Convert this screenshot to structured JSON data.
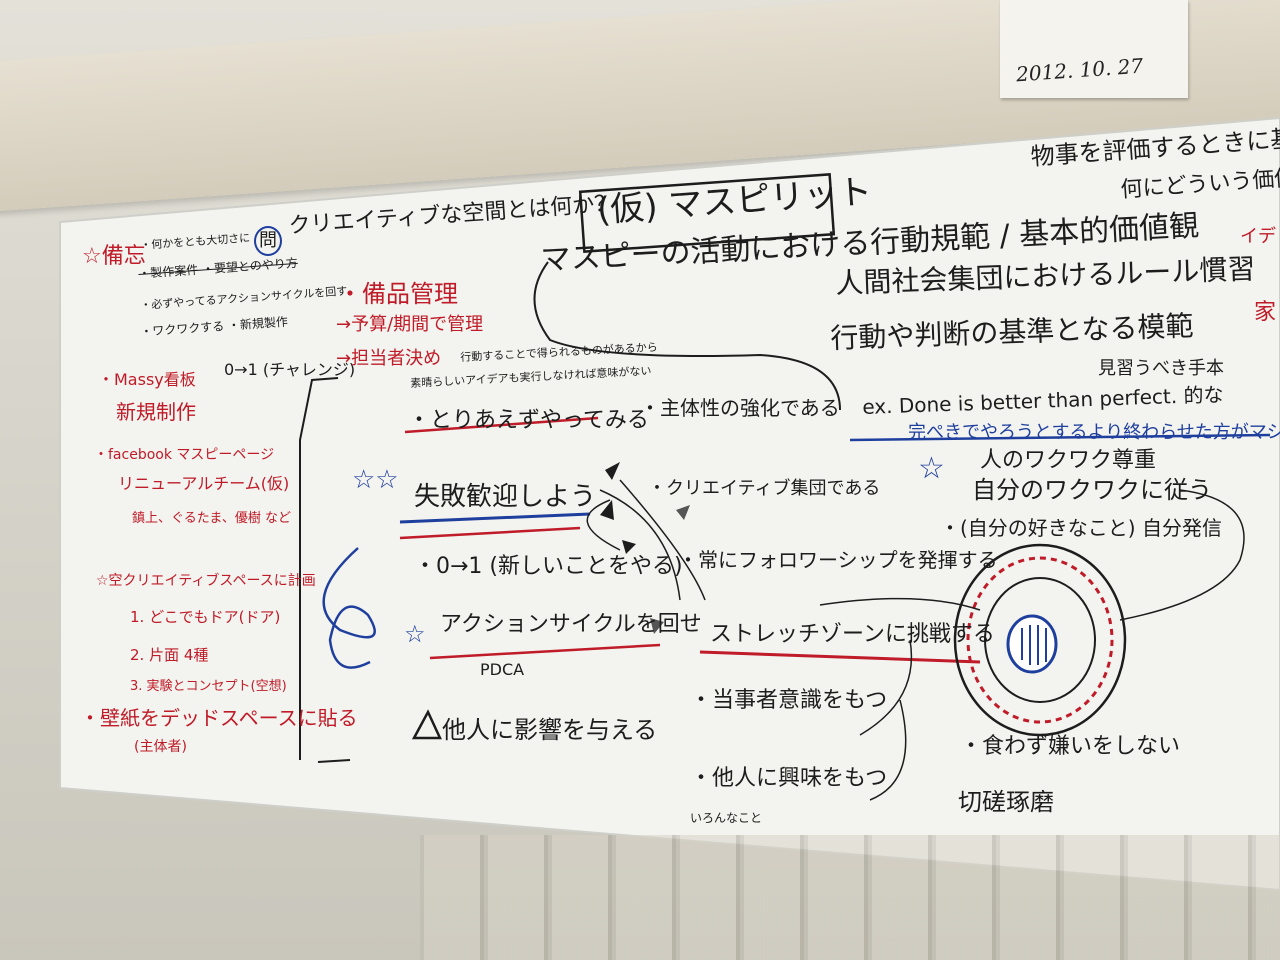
{
  "note": {
    "date": "2012. 10. 27"
  },
  "board": {
    "title": "(仮) マスピリット",
    "question_mark": "問",
    "question": "クリエイティブな空間とは何か？",
    "definition": {
      "line1": "マスピーの活動における行動規範 / 基本的価値観",
      "line2": "人間社会集団におけるルール慣習",
      "line3": "行動や判断の基準となる模範",
      "line4": "見習うべき手本",
      "top_right1": "物事を評価するときに基準",
      "top_right2": "何にどういう価値",
      "ex": "ex. Done is better than perfect. 的な",
      "ex_note": "完ぺきでやろうとするより終わらせた方がマシ"
    },
    "left": {
      "header": "☆備忘",
      "items": [
        "・何かをとも大切さに",
        "・製作案件 ・要望とのやり方",
        "・必ずやってるアクションサイクルを回す",
        "・ワクワクする ・新規製作",
        "・Massy看板",
        "新規制作",
        "・facebook マスピーページ",
        "リニューアルチーム(仮)",
        "鎮上、ぐるたま、優樹 など",
        "☆空クリエイティブスペースに計画",
        "1. どこでもドア(ドア)",
        "2. 片面 4種",
        "3. 実験とコンセプト(空想)",
        "・壁紙をデッドスペースに貼る",
        "(主体者)"
      ],
      "bihin": "・備品管理",
      "bihin_sub1": "→予算/期間で管理",
      "bihin_sub2": "→担当者決め",
      "zero_one_side": "0→1 (チャレンジ)"
    },
    "center": {
      "note_top": "行動することで得られるものがあるから",
      "note_small": "素晴らしいアイデアも実行しなければ意味がない",
      "item_try": "・とりあえずやってみる",
      "item_initiative": "・主体性の強化である",
      "item_fail": "失敗歓迎しよう",
      "item_creative": "・クリエイティブ集団である",
      "item_zero_one": "・0→1 (新しいことをやる)",
      "item_follower": "・常にフォロワーシップを発揮する",
      "item_action": "アクションサイクルを回せ",
      "item_pdca": "PDCA",
      "item_stretch": "ストレッチゾーンに挑戦する",
      "item_influence": "他人に影響を与える",
      "item_owner": "・当事者意識をもつ",
      "item_interest": "・他人に興味をもつ",
      "item_various": "いろんなこと"
    },
    "right": {
      "waku1": "人のワクワク尊重",
      "waku2": "自分のワクワクに従う",
      "jibun": "・(自分の好きなこと) 自分発信",
      "kirai": "・食わず嫌いをしない",
      "sessa": "切磋琢磨",
      "edge1": "イデ",
      "edge2": "家"
    }
  },
  "colors": {
    "ink": "#1d1d1d",
    "red": "#c01b28",
    "blue": "#1f3f9e",
    "board": "#f3f3ef"
  }
}
